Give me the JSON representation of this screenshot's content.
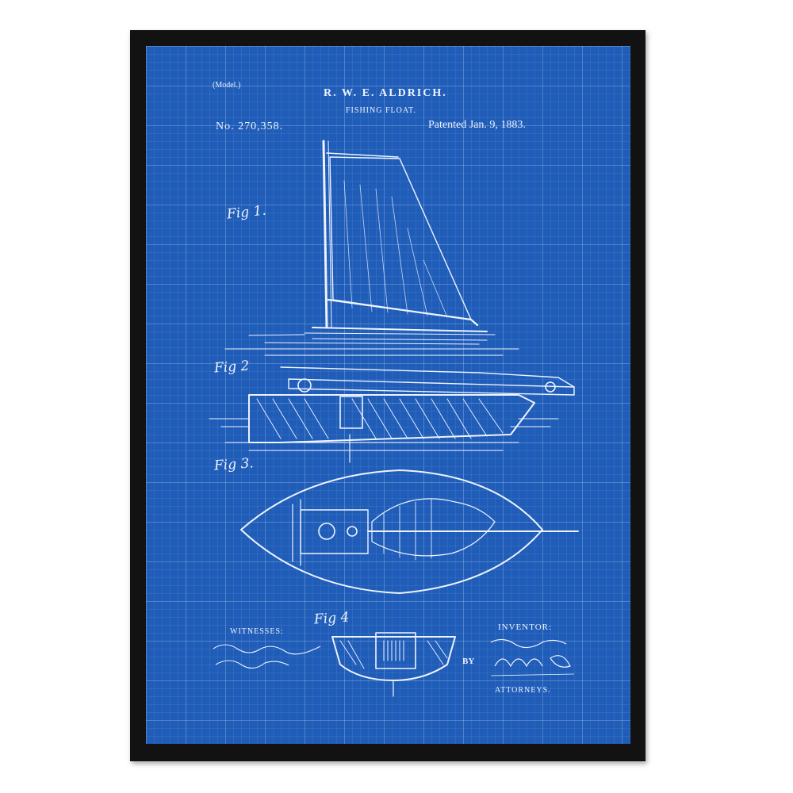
{
  "poster": {
    "model_label": "(Model.)",
    "inventor_name": "R. W. E. ALDRICH.",
    "title": "FISHING FLOAT.",
    "patent_number": "No. 270,358.",
    "patent_date": "Patented Jan. 9, 1883.",
    "figures": [
      "Fig 1.",
      "Fig 2",
      "Fig 3.",
      "Fig 4"
    ],
    "witnesses_label": "WITNESSES:",
    "inventor_label": "INVENTOR:",
    "by_label": "BY",
    "attorneys_label": "ATTORNEYS."
  },
  "colors": {
    "frame": "#121212",
    "blueprint": "#1f5db8",
    "ink": "#eef3ff"
  }
}
